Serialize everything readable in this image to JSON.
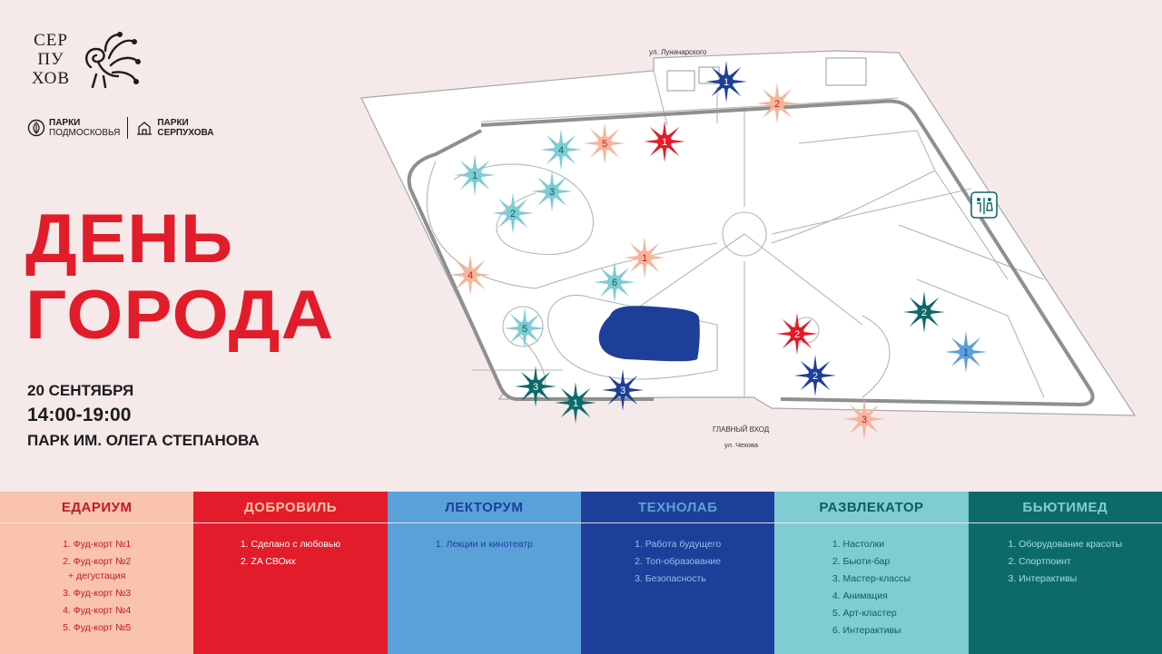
{
  "logo": {
    "line1": "СЕР",
    "line2": "ПУ",
    "line3": "ХОВ"
  },
  "partners": [
    {
      "line1": "ПАРКИ",
      "line2": "ПОДМОСКОВЬЯ"
    },
    {
      "line1": "ПАРКИ",
      "line2": "СЕРПУХОВА"
    }
  ],
  "title": {
    "line1": "ДЕНЬ",
    "line2": "ГОРОДА"
  },
  "info": {
    "date": "20 СЕНТЯБРЯ",
    "time": "14:00-19:00",
    "place": "ПАРК ИМ. ОЛЕГА СТЕПАНОВА"
  },
  "map": {
    "street_top": "ул. Луначарского",
    "entrance": "ГЛАВНЫЙ ВХОД",
    "street_bottom": "ул. Чехова",
    "markers": [
      {
        "zone": "razvlekator",
        "num": "1"
      },
      {
        "zone": "razvlekator",
        "num": "2"
      },
      {
        "zone": "razvlekator",
        "num": "3"
      },
      {
        "zone": "razvlekator",
        "num": "4"
      },
      {
        "zone": "razvlekator",
        "num": "5"
      },
      {
        "zone": "razvlekator",
        "num": "6"
      },
      {
        "zone": "edarium",
        "num": "1"
      },
      {
        "zone": "edarium",
        "num": "2"
      },
      {
        "zone": "edarium",
        "num": "3"
      },
      {
        "zone": "edarium",
        "num": "4"
      },
      {
        "zone": "edarium",
        "num": "5"
      },
      {
        "zone": "dobrovil",
        "num": "1"
      },
      {
        "zone": "dobrovil",
        "num": "2"
      },
      {
        "zone": "tehnolab",
        "num": "1"
      },
      {
        "zone": "tehnolab",
        "num": "2"
      },
      {
        "zone": "tehnolab",
        "num": "3"
      },
      {
        "zone": "lektorum",
        "num": "1"
      },
      {
        "zone": "byutimed",
        "num": "1"
      },
      {
        "zone": "byutimed",
        "num": "2"
      },
      {
        "zone": "byutimed",
        "num": "3"
      }
    ]
  },
  "colors": {
    "edarium": "#f6b59a",
    "dobrovil": "#e21c2a",
    "lektorum": "#5a9fd9",
    "tehnolab": "#1e3f99",
    "razvlekator": "#7dccd3",
    "byutimed": "#0d6a6a",
    "pond": "#1e3f99",
    "title": "#e21c2a"
  },
  "columns": [
    {
      "key": "edarium",
      "title": "ЕДАРИУМ",
      "bg": "#f9c4ab",
      "text_color": "#c2192a",
      "body_color": "#c2192a",
      "items": [
        "1. Фуд-корт №1",
        "2. Фуд-корт №2",
        "+ дегустация",
        "3. Фуд-корт №3",
        "4. Фуд-корт №4",
        "5. Фуд-корт №5"
      ]
    },
    {
      "key": "dobrovil",
      "title": "ДОБРОВИЛЬ",
      "bg": "#e21c2a",
      "text_color": "#f9c4ab",
      "body_color": "#ffffff",
      "items": [
        "1. Сделано с любовью",
        "2. ZA СВОих"
      ]
    },
    {
      "key": "lektorum",
      "title": "ЛЕКТОРУМ",
      "bg": "#5aa1da",
      "text_color": "#1e3f99",
      "body_color": "#1e3f99",
      "items": [
        "1. Лекции и кинотеатр"
      ]
    },
    {
      "key": "tehnolab",
      "title": "ТЕХНОЛАБ",
      "bg": "#1e3f99",
      "text_color": "#5aa1da",
      "body_color": "#8fc1ea",
      "items": [
        "1. Работа будущего",
        "2. Топ-образование",
        "3. Безопасность"
      ]
    },
    {
      "key": "razvlekator",
      "title": "РАЗВЛЕКАТОР",
      "bg": "#7fccd3",
      "text_color": "#0d5e63",
      "body_color": "#0d5e63",
      "items": [
        "1. Настолки",
        "2. Бьюти-бар",
        "3. Мастер-классы",
        "4. Анимация",
        "5. Арт-кластер",
        "6. Интерактивы"
      ]
    },
    {
      "key": "byutimed",
      "title": "БЬЮТИМЕД",
      "bg": "#0d6a6a",
      "text_color": "#7fccd3",
      "body_color": "#a6dde2",
      "items": [
        "1. Оборудование красоты",
        "2. Спортпоинт",
        "3. Интерактивы"
      ]
    }
  ]
}
